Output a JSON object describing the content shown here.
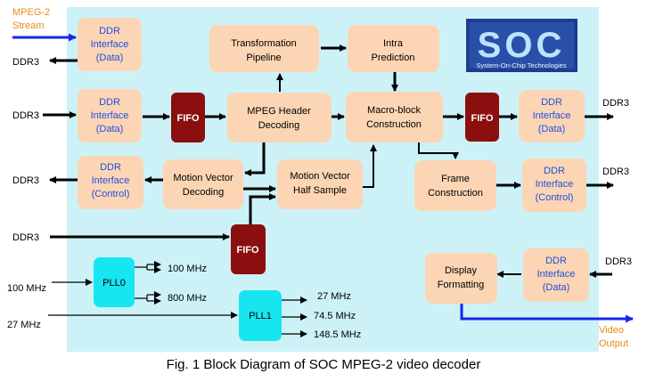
{
  "colors": {
    "panel": "#ccf2f7",
    "block": "#fcd5b4",
    "fifo": "#8b0f0f",
    "pll": "#17e5f0",
    "blue_text": "#1f4fe0",
    "orange_text": "#e88a1a",
    "line": "#000000",
    "video_line": "#1428e8"
  },
  "blocks": {
    "ddr_data_in": {
      "lines": [
        "DDR",
        "Interface",
        "(Data)"
      ]
    },
    "ddr_data_top": {
      "lines": [
        "DDR",
        "Interface",
        "(Data)"
      ]
    },
    "ddr_control_left": {
      "lines": [
        "DDR",
        "Interface",
        "(Control)"
      ]
    },
    "transformation_pipeline": {
      "lines": [
        "Transformation",
        "Pipeline"
      ]
    },
    "intra_prediction": {
      "lines": [
        "Intra",
        "Prediction"
      ]
    },
    "mpeg_header_decoding": {
      "lines": [
        "MPEG Header",
        "Decoding"
      ]
    },
    "macro_block_construction": {
      "lines": [
        "Macro-block",
        "Construction"
      ]
    },
    "motion_vector_decoding": {
      "lines": [
        "Motion Vector",
        "Decoding"
      ]
    },
    "motion_vector_half_sample": {
      "lines": [
        "Motion Vector",
        "Half Sample"
      ]
    },
    "ddr_data_right": {
      "lines": [
        "DDR",
        "Interface",
        "(Data)"
      ]
    },
    "frame_construction": {
      "lines": [
        "Frame",
        "Construction"
      ]
    },
    "ddr_control_right": {
      "lines": [
        "DDR",
        "Interface",
        "(Control)"
      ]
    },
    "display_formatting": {
      "lines": [
        "Display",
        "Formatting"
      ]
    },
    "ddr_data_display": {
      "lines": [
        "DDR",
        "Interface",
        "(Data)"
      ]
    }
  },
  "fifos": {
    "label": "FIFO"
  },
  "plls": {
    "pll0": "PLL0",
    "pll1": "PLL1"
  },
  "external": {
    "mpeg_stream": [
      "MPEG-2",
      "Stream"
    ],
    "ddr3": "DDR3",
    "video_output": [
      "Video",
      "Output"
    ],
    "clk_100": "100 MHz",
    "clk_27": "27 MHz"
  },
  "pll0_outputs": [
    "100 MHz",
    "800 MHz"
  ],
  "pll1_outputs": [
    "27 MHz",
    "74.5 MHz",
    "148.5 MHz"
  ],
  "logo": {
    "title": "SOC",
    "subtitle": "System-On-Chip Technologies"
  },
  "caption": "Fig. 1  Block Diagram of SOC MPEG-2 video decoder"
}
